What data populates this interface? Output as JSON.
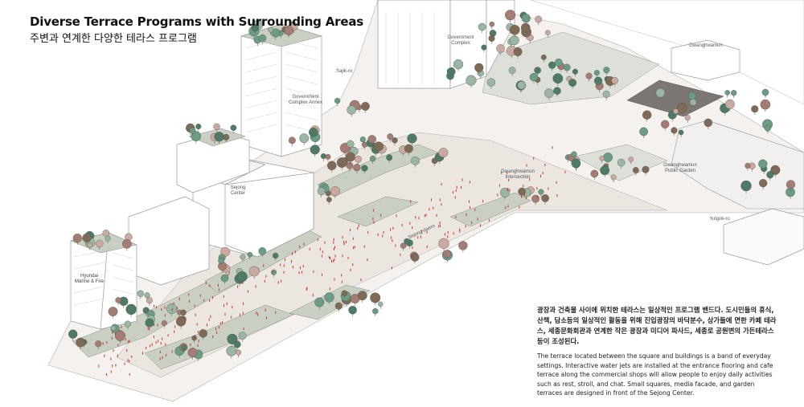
{
  "title": "Diverse Terrace Programs with Surrounding Areas",
  "subtitle": "주변과 연계한 다양한 테라스 프로그램",
  "labels": {
    "government_complex": [
      "Government",
      "Complex"
    ],
    "gwanghwamun": "Gwanghwamun",
    "sajik_ro": "Sajik-ro",
    "government_complex_annex": [
      "Government",
      "Complex Annex"
    ],
    "sejong_center": [
      "Sejong",
      "Center"
    ],
    "gwanghwamun_intersection": [
      "Gwanghwamun",
      "Intersection"
    ],
    "gwanghwamun_public_garden": [
      "Gwanghwamun",
      "Public Garden"
    ],
    "yulgok_ro": "Yulgok-ro",
    "sejong_daero": "Sejong-daero",
    "hyundai_marine": [
      "Hyundai",
      "Marine & Fire"
    ]
  },
  "description_kr": "광장과 건축물 사이에 위치한 테라스는 일상적인 프로그램 밴드다. 도시민들의 휴식, 산책, 담소등의 일상적인 활동을 위해 진입광장의 바닥분수, 상가들에 면한 카페 테라스, 세종문화회관과 연계한 작은 광장과 미디어 파사드, 세종로 공원변의 가든테라스등이 조성된다.",
  "description_en": "The terrace located between the square and buildings is a band of everyday settings. Interactive water jets are installed at the entrance flooring and cafe terrace along the commercial shops will allow people to enjoy daily activities such as rest, stroll, and chat. Small squares, media facade, and garden terraces are designed in front of the Sejong Center.",
  "colors": {
    "ink": "#111111",
    "plaza": "#ece7e3",
    "building": "#ffffff",
    "line": "#8e8e8e",
    "green_terrace": "#c9cfc3",
    "trees": [
      "#4f7a66",
      "#6d9c86",
      "#c9a9a0",
      "#a57c74",
      "#7f6a58",
      "#9bb4a4"
    ],
    "people": "#c0392b"
  }
}
